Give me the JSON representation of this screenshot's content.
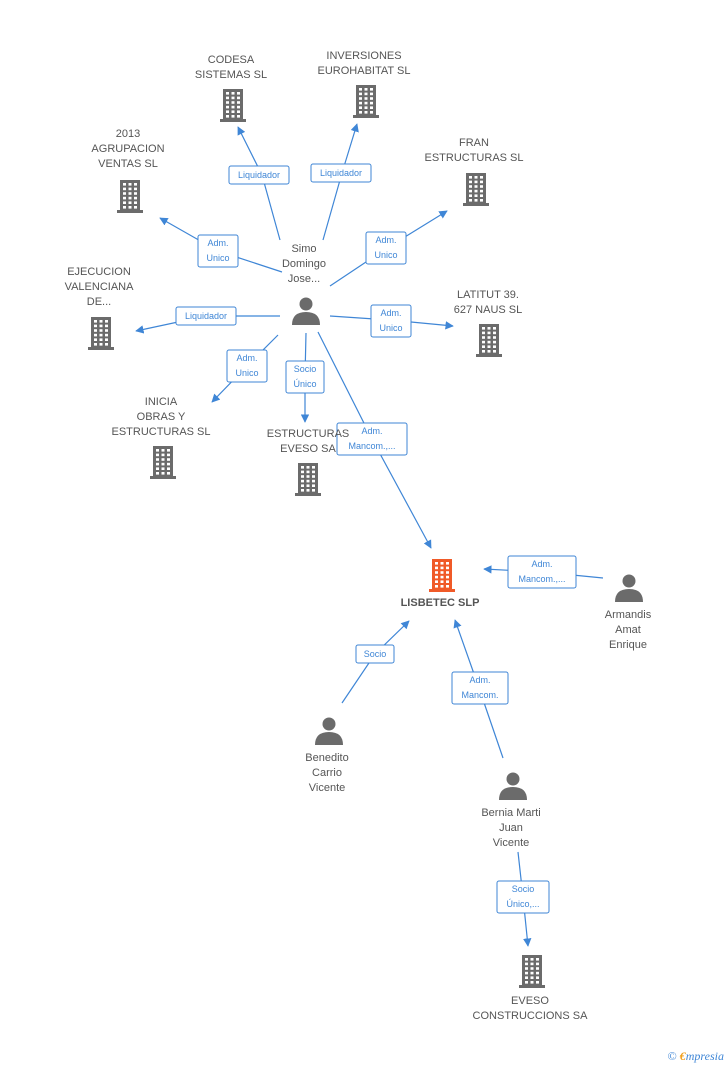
{
  "nodes": {
    "codesa": {
      "lines": [
        "CODESA",
        "SISTEMAS SL"
      ]
    },
    "inversiones": {
      "lines": [
        "INVERSIONES",
        "EUROHABITAT SL"
      ]
    },
    "agrupacion": {
      "lines": [
        "2013",
        "AGRUPACION",
        "VENTAS SL"
      ]
    },
    "fran": {
      "lines": [
        "FRAN",
        "ESTRUCTURAS SL"
      ]
    },
    "simo": {
      "lines": [
        "Simo",
        "Domingo",
        "Jose..."
      ]
    },
    "ejecucion": {
      "lines": [
        "EJECUCION",
        "VALENCIANA",
        "DE..."
      ]
    },
    "latitut": {
      "lines": [
        "LATITUT 39.",
        "627 NAUS SL"
      ]
    },
    "inicia": {
      "lines": [
        "INICIA",
        "OBRAS Y",
        "ESTRUCTURAS SL"
      ]
    },
    "estructuras_eveso": {
      "lines": [
        "ESTRUCTURAS",
        "EVESO SA"
      ]
    },
    "lisbetec": {
      "lines": [
        "LISBETEC SLP"
      ]
    },
    "armandis": {
      "lines": [
        "Armandis",
        "Amat",
        "Enrique"
      ]
    },
    "benedito": {
      "lines": [
        "Benedito",
        "Carrio",
        "Vicente"
      ]
    },
    "bernia": {
      "lines": [
        "Bernia Marti",
        "Juan",
        "Vicente"
      ]
    },
    "eveso_construccions": {
      "lines": [
        "EVESO",
        "CONSTRUCCIONS SA"
      ]
    }
  },
  "relations": {
    "codesa": {
      "lines": [
        "Liquidador"
      ]
    },
    "inversiones": {
      "lines": [
        "Liquidador"
      ]
    },
    "agrupacion": {
      "lines": [
        "Adm.",
        "Unico"
      ]
    },
    "fran": {
      "lines": [
        "Adm.",
        "Unico"
      ]
    },
    "ejecucion": {
      "lines": [
        "Liquidador"
      ]
    },
    "latitut": {
      "lines": [
        "Adm.",
        "Unico"
      ]
    },
    "inicia": {
      "lines": [
        "Adm.",
        "Unico"
      ]
    },
    "estructuras_eveso": {
      "lines": [
        "Socio",
        "Único"
      ]
    },
    "simo_lisbetec": {
      "lines": [
        "Adm.",
        "Mancom.,..."
      ]
    },
    "armandis_lisbetec": {
      "lines": [
        "Adm.",
        "Mancom.,..."
      ]
    },
    "benedito_lisbetec": {
      "lines": [
        "Socio"
      ]
    },
    "bernia_lisbetec": {
      "lines": [
        "Adm.",
        "Mancom."
      ]
    },
    "bernia_eveso": {
      "lines": [
        "Socio",
        "Único,..."
      ]
    }
  },
  "brand": {
    "copyright": "©",
    "first": "€",
    "rest": "mpresia"
  },
  "colors": {
    "edge": "#3f86d6",
    "node": "#6b6b6b",
    "main_node": "#f05a28",
    "label": "#555555"
  }
}
